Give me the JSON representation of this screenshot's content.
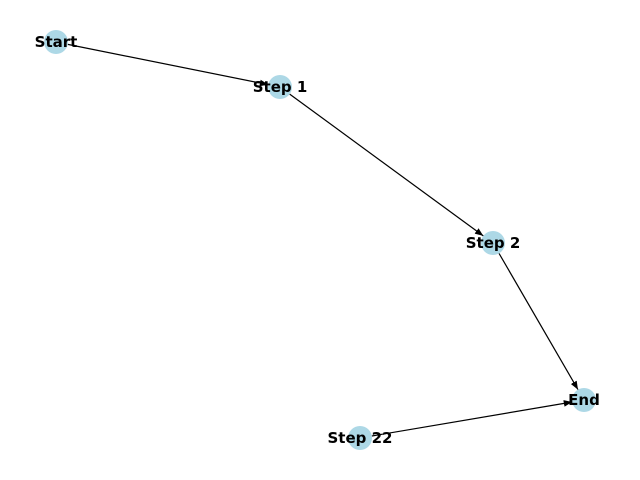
{
  "colors": {
    "node_fill": "#add8e6",
    "edge": "#000000",
    "label": "#000000",
    "background": "#ffffff"
  },
  "nodes": [
    {
      "id": "start",
      "label": "Start"
    },
    {
      "id": "step1",
      "label": "Step 1"
    },
    {
      "id": "step2",
      "label": "Step 2"
    },
    {
      "id": "end",
      "label": "End"
    },
    {
      "id": "step22",
      "label": "Step 22"
    }
  ],
  "edges": [
    {
      "from": "start",
      "to": "step1"
    },
    {
      "from": "step1",
      "to": "step2"
    },
    {
      "from": "step2",
      "to": "end"
    },
    {
      "from": "step22",
      "to": "end"
    }
  ]
}
